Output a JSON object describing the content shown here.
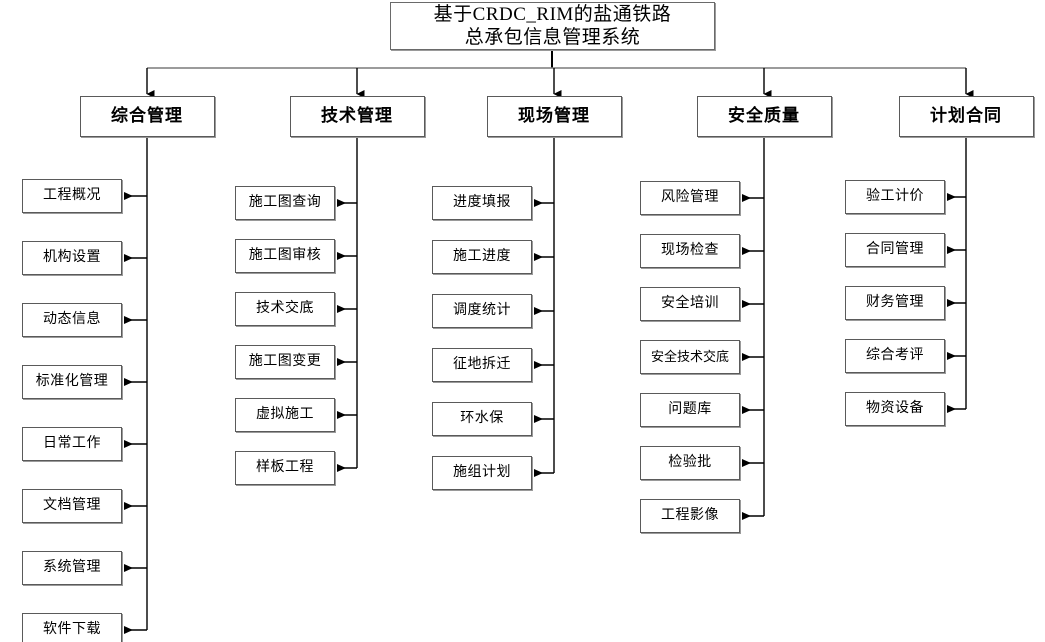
{
  "diagram": {
    "title_lines": [
      "基于CRDC_RIM的盐通铁路",
      "总承包信息管理系统"
    ],
    "colors": {
      "background": "#ffffff",
      "box_border": "#5a5a5a",
      "box_shadow": "#9a9a9a",
      "connector": "#000000",
      "bus_line": "#7a7a7a",
      "text": "#000000"
    },
    "branches": [
      {
        "name": "综合管理",
        "items": [
          "工程概况",
          "机构设置",
          "动态信息",
          "标准化管理",
          "日常工作",
          "文档管理",
          "系统管理",
          "软件下载"
        ]
      },
      {
        "name": "技术管理",
        "items": [
          "施工图查询",
          "施工图审核",
          "技术交底",
          "施工图变更",
          "虚拟施工",
          "样板工程"
        ]
      },
      {
        "name": "现场管理",
        "items": [
          "进度填报",
          "施工进度",
          "调度统计",
          "征地拆迁",
          "环水保",
          "施组计划"
        ]
      },
      {
        "name": "安全质量",
        "items": [
          "风险管理",
          "现场检查",
          "安全培训",
          "安全技术交底",
          "问题库",
          "检验批",
          "工程影像"
        ]
      },
      {
        "name": "计划合同",
        "items": [
          "验工计价",
          "合同管理",
          "财务管理",
          "综合考评",
          "物资设备"
        ]
      }
    ]
  }
}
